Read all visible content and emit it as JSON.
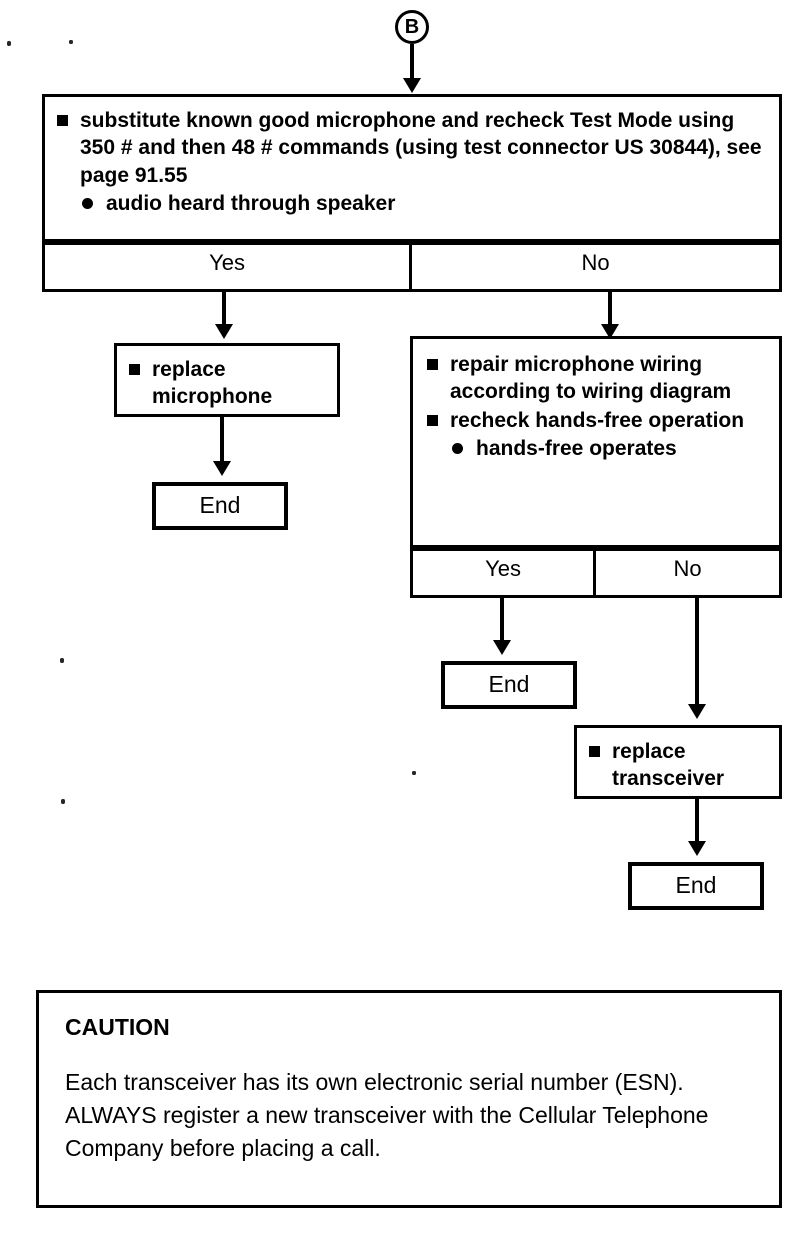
{
  "page": {
    "title": "Hands-free / microphone troubleshooting flowchart",
    "ink_color": "#000000",
    "paper_color": "#ffffff"
  },
  "connector": {
    "label": "B",
    "name": "flowchart-connector-b"
  },
  "steps": {
    "substitute_mic": {
      "actions": [
        "substitute known good microphone and recheck Test Mode using 350 # and then 48 # commands (using test connector US 30844), see page 91.55"
      ],
      "conditions": [
        "audio heard through speaker"
      ],
      "decision": {
        "yes": "Yes",
        "no": "No"
      }
    },
    "replace_microphone": {
      "actions": [
        "replace microphone"
      ]
    },
    "repair_wiring": {
      "actions": [
        "repair microphone wiring according to wiring diagram",
        "recheck hands-free operation"
      ],
      "conditions": [
        "hands-free operates"
      ],
      "decision": {
        "yes": "Yes",
        "no": "No"
      }
    },
    "replace_transceiver": {
      "actions": [
        "replace transceiver"
      ]
    },
    "end_left": {
      "label": "End"
    },
    "end_middle": {
      "label": "End"
    },
    "end_right": {
      "label": "End"
    }
  },
  "caution": {
    "title": "CAUTION",
    "body": "Each transceiver has its own electronic serial number (ESN). ALWAYS register a new transceiver with the Cellular Telephone Company before placing a call."
  }
}
